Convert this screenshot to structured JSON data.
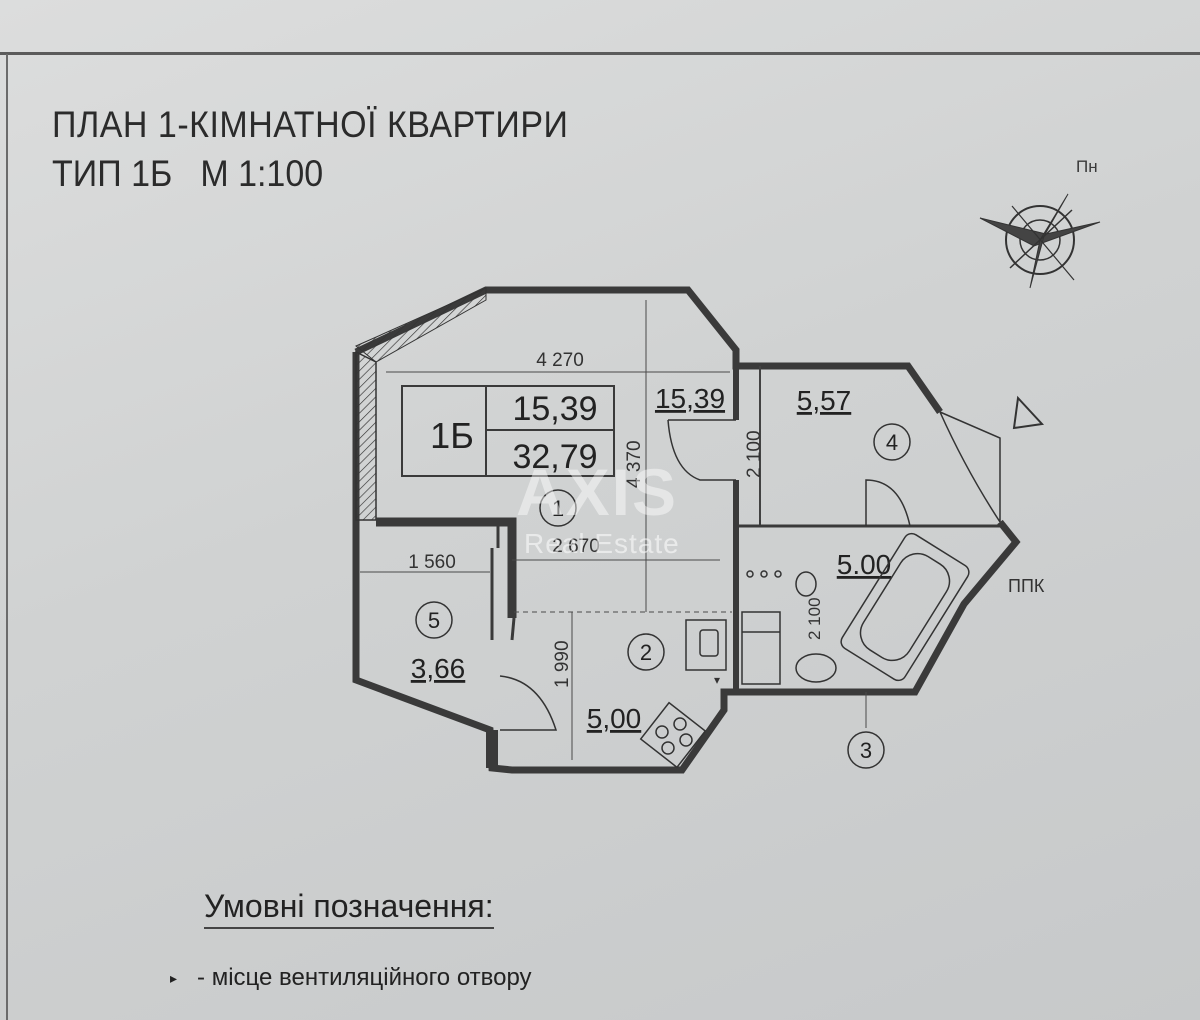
{
  "title": "ПЛАН 1-КІМНАТНОЇ КВАРТИРИ",
  "subtitle": {
    "type": "ТИП 1Б",
    "scale": "М 1:100"
  },
  "north_label": "Пн",
  "apartment": {
    "type_code": "1Б",
    "living_area": "15,39",
    "total_area": "32,79"
  },
  "rooms": [
    {
      "number": "1",
      "area": "15,39"
    },
    {
      "number": "2",
      "area": "5,00"
    },
    {
      "number": "3",
      "area": "5.00"
    },
    {
      "number": "4",
      "area": "5,57"
    },
    {
      "number": "5",
      "area": "3,66"
    }
  ],
  "dimensions": {
    "room1_width": "4 270",
    "room1_depth": "4 370",
    "kitchen_width": "2 670",
    "loggia_width": "1 560",
    "kitchen_depth": "1 990",
    "hall_depth": "2 100",
    "bath_depth": "2 100"
  },
  "ppk_label": "ППК",
  "legend": {
    "title": "Умовні позначення:",
    "items": [
      {
        "marker": "▸",
        "text": "- місце вентиляційного отвору"
      }
    ]
  },
  "watermark": {
    "brand": "AXIS",
    "sub": "Real Estate"
  }
}
